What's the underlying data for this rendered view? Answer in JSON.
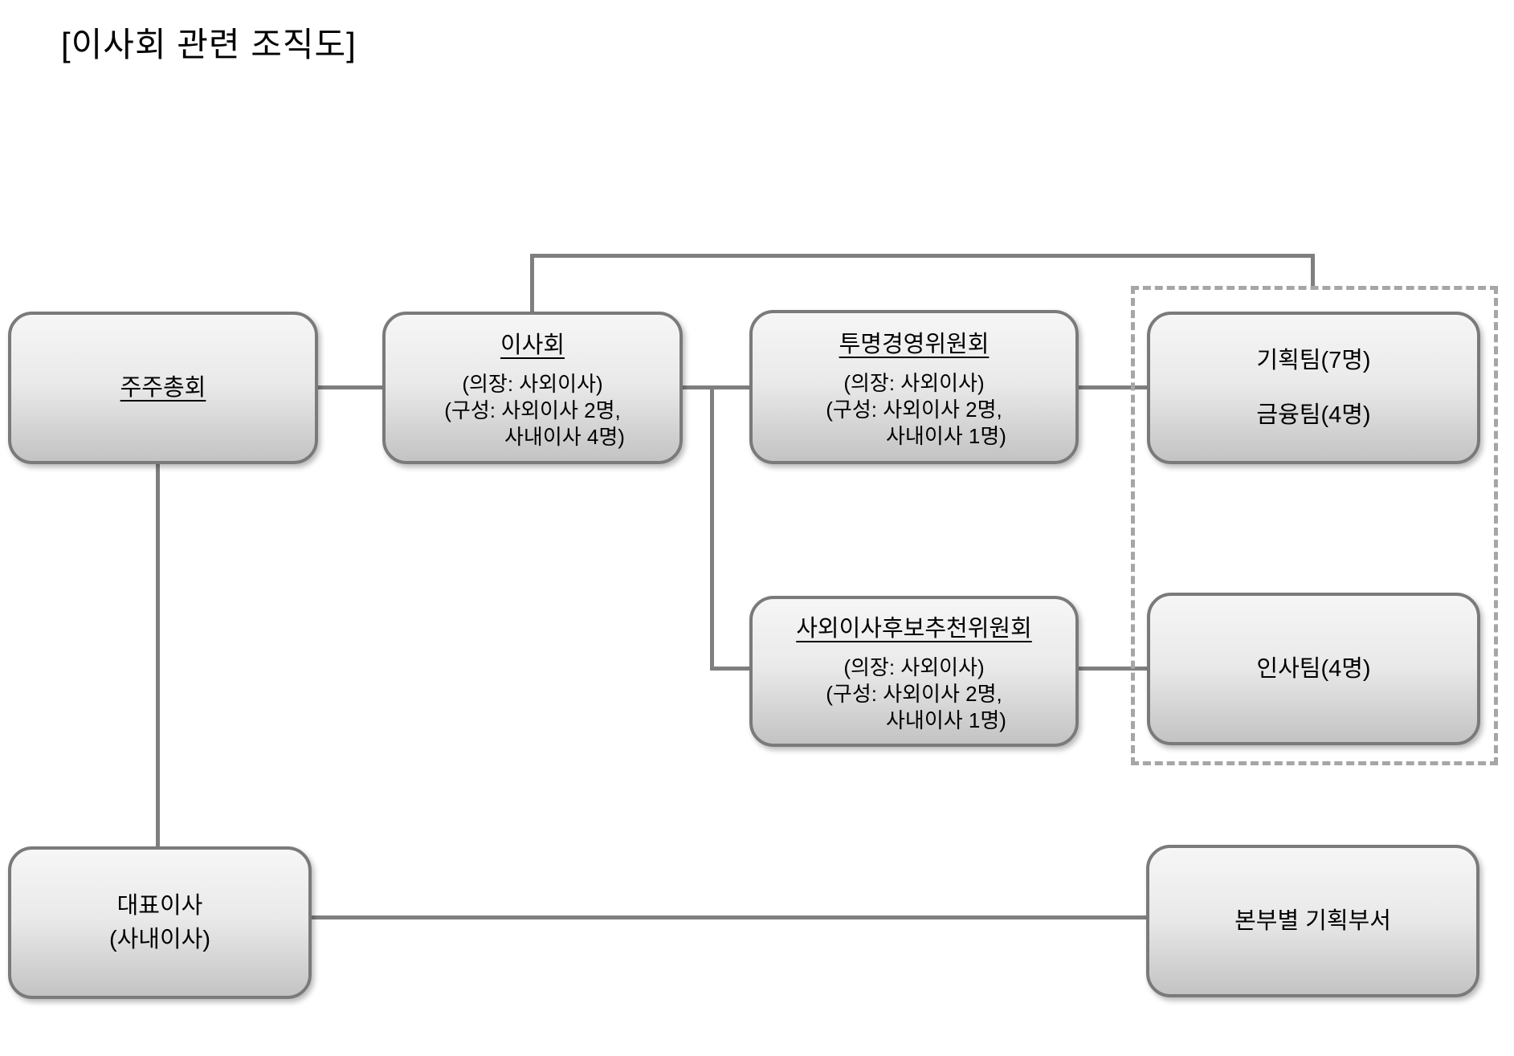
{
  "title": "[이사회 관련 조직도]",
  "colors": {
    "box_border": "#7a7a7a",
    "box_fill_top": "#f6f6f6",
    "box_fill_bottom": "#c3c3c3",
    "connector": "#7f7f7f",
    "dashed_border": "#a6a6a6",
    "text": "#000000",
    "background": "#ffffff"
  },
  "nodes": {
    "shareholders": {
      "label": "주주총회"
    },
    "board": {
      "title": "이사회",
      "chair": "(의장: 사외이사)",
      "composition_line1": "(구성: 사외이사 2명,",
      "composition_line2": "사내이사 4명)"
    },
    "transparency_committee": {
      "title": "투명경영위원회",
      "chair": "(의장: 사외이사)",
      "composition_line1": "(구성: 사외이사 2명,",
      "composition_line2": "사내이사 1명)"
    },
    "nomination_committee": {
      "title": "사외이사후보추천위원회",
      "chair": "(의장: 사외이사)",
      "composition_line1": "(구성: 사외이사 2명,",
      "composition_line2": "사내이사 1명)"
    },
    "planning_finance_teams": {
      "line1": "기획팀(7명)",
      "line2": "금융팀(4명)"
    },
    "hr_team": {
      "label": "인사팀(4명)"
    },
    "ceo": {
      "line1": "대표이사",
      "line2": "(사내이사)"
    },
    "hq_planning": {
      "label": "본부별 기획부서"
    }
  }
}
